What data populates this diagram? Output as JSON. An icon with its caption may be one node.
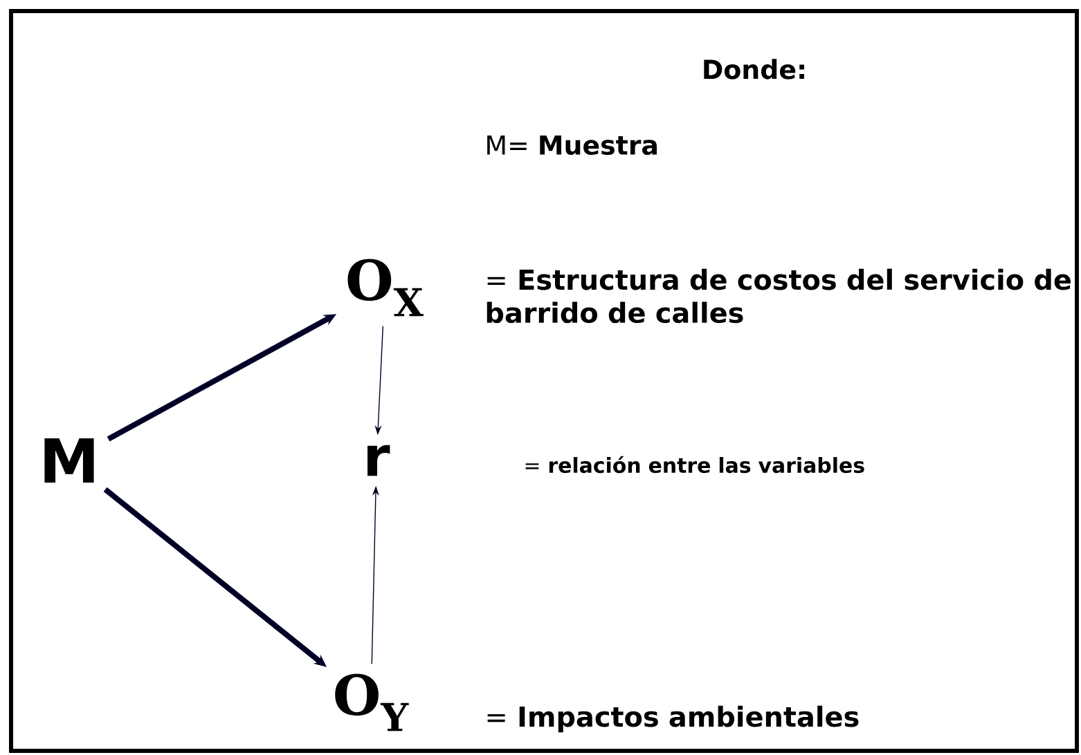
{
  "diagram": {
    "nodes": [
      {
        "text": [
          "M"
        ]
      },
      {
        "text": [
          "O$_{X}$"
        ],
        "beside": [
          "= **Estructura de costos del servicio de barrido de calles**"
        ]
      },
      {
        "text": [
          "r"
        ],
        "beside": [
          "= **relación entre las variables**"
        ]
      },
      {
        "text": [
          "O$_{Y}$"
        ],
        "beside": [
          "= **Impactos ambientales**"
        ]
      }
    ],
    "edges": [
      {
        "from": 0,
        "to": 1,
        "arrow": "to",
        "style": "thick"
      },
      {
        "from": 0,
        "to": 3,
        "arrow": "to",
        "style": "thick"
      },
      {
        "from": 1,
        "to": 2,
        "arrow": "to"
      },
      {
        "from": 3,
        "to": 2,
        "arrow": "to"
      }
    ],
    "labels": [
      "Donde:",
      "M= **Muestra**"
    ]
  }
}
